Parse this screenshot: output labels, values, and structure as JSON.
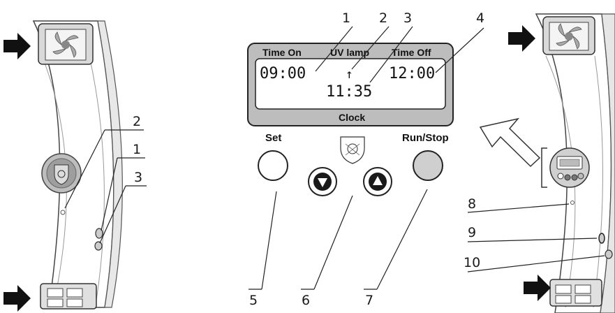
{
  "lcd": {
    "header_time_on": "Time On",
    "header_uv_lamp": "UV lamp",
    "header_time_off": "Time Off",
    "time_on_value": "09:00",
    "uv_lamp_indicator": "↑",
    "time_off_value": "12:00",
    "clock_value": "11:35",
    "footer_label": "Clock"
  },
  "buttons": {
    "set_label": "Set",
    "run_stop_label": "Run/Stop",
    "down_icon": "triangle-down-icon",
    "up_icon": "triangle-up-icon",
    "uv_icon": "uv-shield-icon"
  },
  "callouts": {
    "left_unit": [
      "2",
      "1",
      "3"
    ],
    "panel_top": [
      "1",
      "2",
      "3",
      "4"
    ],
    "panel_bottom": [
      "5",
      "6",
      "7"
    ],
    "right_unit": [
      "8",
      "9",
      "10"
    ]
  },
  "icons": [
    "fan-icon",
    "arrow-right-icon",
    "hollow-arrow-icon",
    "indicator-led-icon"
  ]
}
